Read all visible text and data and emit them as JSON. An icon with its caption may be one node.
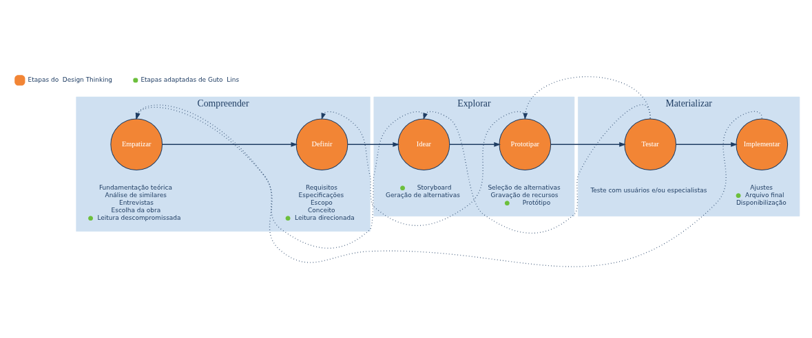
{
  "diagram": {
    "nodes": [
      {
        "text": [
          "Compreender"
        ]
      },
      {
        "text": [
          "Empatizar"
        ],
        "in": 0,
        "beside": [
          "Fundamentação teórica",
          "Análise de similares",
          "Entrevistas",
          "Escolha da obra",
          "● Leitura descompromissada"
        ]
      },
      {
        "text": [
          "Definir"
        ],
        "in": 0,
        "beside": [
          "Requisitos",
          "Especificações",
          "Escopo",
          "Conceito",
          "● Leitura direcionada"
        ]
      },
      {
        "text": [
          "Explorar"
        ]
      },
      {
        "text": [
          "Idear"
        ],
        "in": 3,
        "beside": [
          "● Storyboard",
          "Geração de alternativas"
        ]
      },
      {
        "text": [
          "Prototipar"
        ],
        "in": 3,
        "beside": [
          "Seleção de alternativas",
          "Gravação de recursos",
          "● Protótipo"
        ]
      },
      {
        "text": [
          "Materializar"
        ]
      },
      {
        "text": [
          "Testar"
        ],
        "in": 6,
        "beside": [
          "Teste com usuários e/ou especialistas"
        ]
      },
      {
        "text": [
          "Implementar"
        ],
        "in": 6,
        "beside": [
          "Ajustes",
          "● Arquivo final",
          "Disponibilização"
        ]
      }
    ],
    "edges": [
      {
        "from": 1,
        "to": 2,
        "arrow": "to"
      },
      {
        "from": 2,
        "to": 4,
        "arrow": "to"
      },
      {
        "from": 4,
        "to": 5,
        "arrow": "to"
      },
      {
        "from": 5,
        "to": 7,
        "arrow": "to"
      },
      {
        "from": 7,
        "to": 8,
        "arrow": "to"
      },
      {
        "from": 8,
        "to": 1,
        "arrow": "to",
        "style": "dashed"
      },
      {
        "from": 7,
        "to": 5,
        "arrow": "to",
        "style": "dashed"
      },
      {
        "from": 7,
        "to": 4,
        "arrow": "to",
        "style": "dashed"
      },
      {
        "from": 5,
        "to": 2,
        "arrow": "to",
        "style": "dashed"
      },
      {
        "from": 4,
        "to": 1,
        "arrow": "to",
        "style": "dashed"
      }
    ],
    "legend": [
      {
        "text": "Etapas do  Design Thinking",
        "color": "#f28535"
      },
      {
        "text": "Etapas adaptadas de Guto  Lins",
        "color": "#6cbf3c"
      }
    ]
  }
}
